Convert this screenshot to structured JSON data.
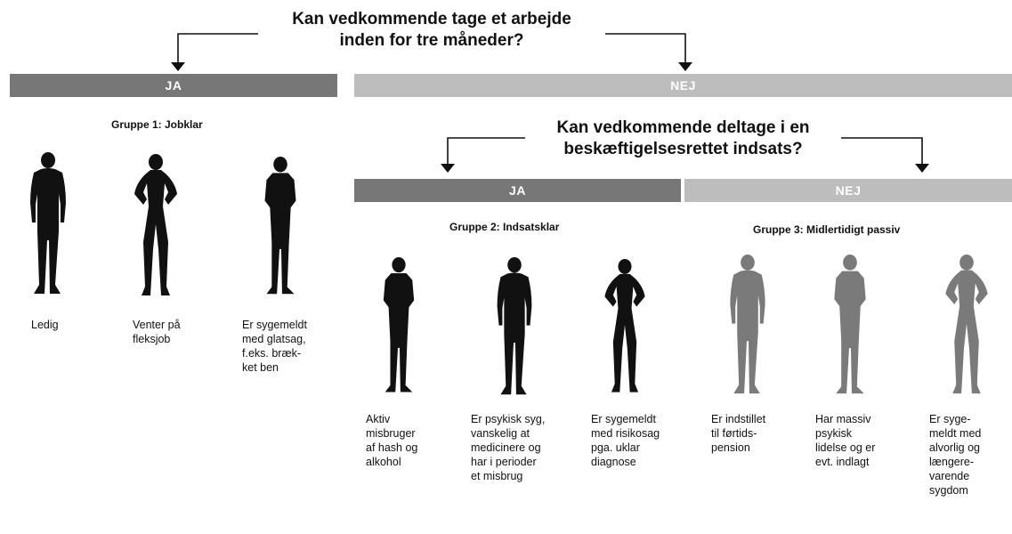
{
  "question1": {
    "line1": "Kan vedkommende tage et arbejde",
    "line2": "inden for tre måneder?"
  },
  "question2": {
    "line1": "Kan vedkommende deltage i en",
    "line2": "beskæftigelsesrettet indsats?"
  },
  "bars": {
    "top_ja": "JA",
    "top_nej": "NEJ",
    "sub_ja": "JA",
    "sub_nej": "NEJ"
  },
  "groups": {
    "g1": "Gruppe 1: Jobklar",
    "g2": "Gruppe 2: Indsatsklar",
    "g3": "Gruppe 3: Midlertidigt passiv"
  },
  "captions": {
    "ledig": [
      "Ledig"
    ],
    "venter": [
      "Venter på",
      "fleksjob"
    ],
    "sygemeldt_glat": [
      "Er sygemeldt",
      "med glatsag,",
      "f.eks. bræk-",
      "ket ben"
    ],
    "misbruger": [
      "Aktiv",
      "misbruger",
      "af hash og",
      "alkohol"
    ],
    "psykisk": [
      "Er psykisk syg,",
      "vanskelig at",
      "medicinere og",
      "har i perioder",
      "et misbrug"
    ],
    "risiko": [
      "Er sygemeldt",
      "med risikosag",
      "pga. uklar",
      "diagnose"
    ],
    "fortid": [
      "Er indstillet",
      "til førtids-",
      "pension"
    ],
    "massiv": [
      "Har massiv",
      "psykisk",
      "lidelse og er",
      "evt. indlagt"
    ],
    "alvorlig": [
      "Er syge-",
      "meldt med",
      "alvorlig og",
      "længere-",
      "varende",
      "sygdom"
    ]
  },
  "colors": {
    "dark_bar": "#777777",
    "light_bar": "#bdbdbd",
    "silhouette_black": "#111111",
    "silhouette_grey": "#7a7a7a"
  }
}
